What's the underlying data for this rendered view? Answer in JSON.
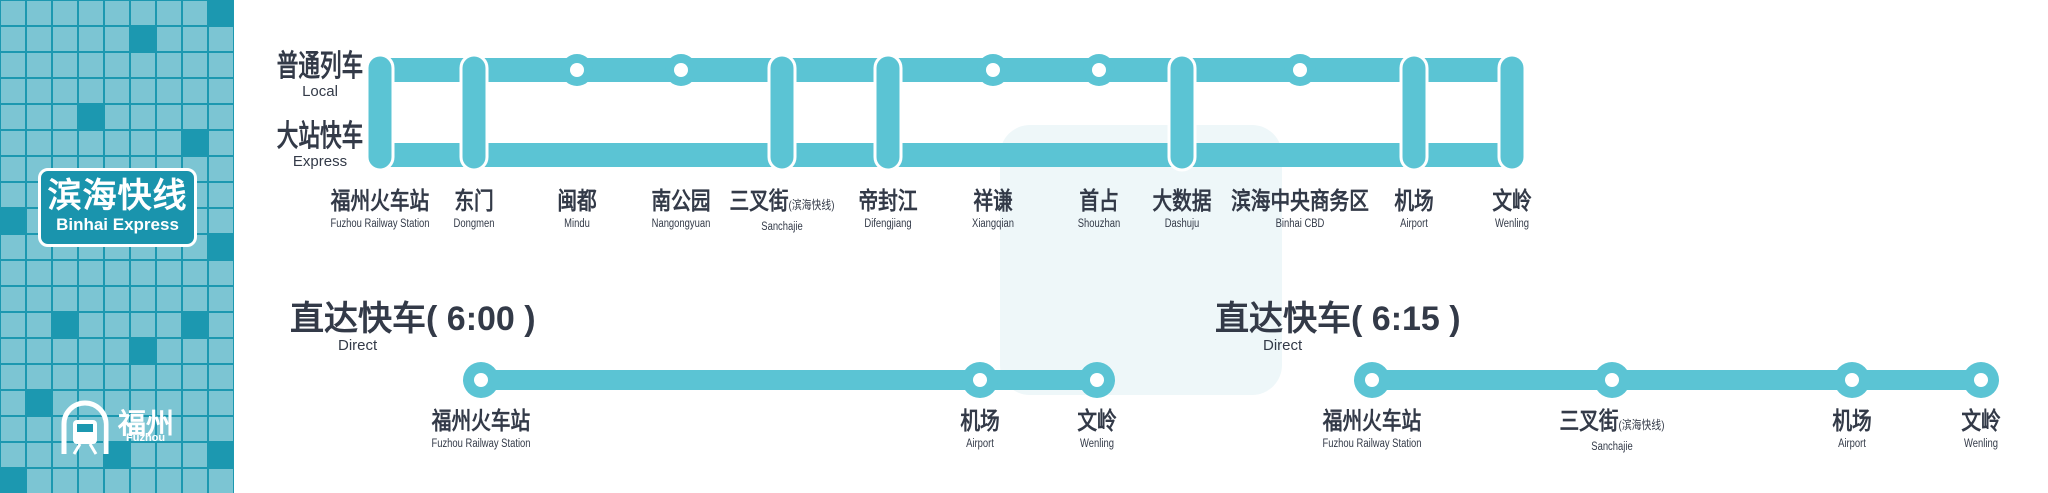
{
  "colors": {
    "line": "#5bc4d4",
    "text": "#333a48",
    "panel_dark": "#1c98b0",
    "panel_light": "#7cc5d3"
  },
  "panel": {
    "sign_cn": "滨海快线",
    "sign_en": "Binhai Express",
    "logo_cn": "福州",
    "logo_en": "Fuzhou",
    "logo_icon": "metro-train-icon"
  },
  "legend": {
    "local_cn": "普通列车",
    "local_en": "Local",
    "express_cn": "大站快车",
    "express_en": "Express"
  },
  "main_line": {
    "stations": [
      {
        "cn": "福州火车站",
        "en": "Fuzhou Railway Station",
        "express": true
      },
      {
        "cn": "东门",
        "en": "Dongmen",
        "express": true
      },
      {
        "cn": "闽都",
        "en": "Mindu",
        "express": false
      },
      {
        "cn": "南公园",
        "en": "Nangongyuan",
        "express": false
      },
      {
        "cn": "三叉街",
        "note": "(滨海快线)",
        "en": "Sanchajie",
        "express": true
      },
      {
        "cn": "帝封江",
        "en": "Difengjiang",
        "express": true
      },
      {
        "cn": "祥谦",
        "en": "Xiangqian",
        "express": false
      },
      {
        "cn": "首占",
        "en": "Shouzhan",
        "express": false
      },
      {
        "cn": "大数据",
        "en": "Dashuju",
        "express": true
      },
      {
        "cn": "滨海中央商务区",
        "en": "Binhai CBD",
        "express": false
      },
      {
        "cn": "机场",
        "en": "Airport",
        "express": true
      },
      {
        "cn": "文岭",
        "en": "Wenling",
        "express": true
      }
    ]
  },
  "direct": [
    {
      "title_cn": "直达快车",
      "time": "6:00",
      "title_en": "Direct",
      "stations": [
        {
          "cn": "福州火车站",
          "en": "Fuzhou Railway Station"
        },
        {
          "cn": "机场",
          "en": "Airport"
        },
        {
          "cn": "文岭",
          "en": "Wenling"
        }
      ]
    },
    {
      "title_cn": "直达快车",
      "time": "6:15",
      "title_en": "Direct",
      "stations": [
        {
          "cn": "福州火车站",
          "en": "Fuzhou Railway Station"
        },
        {
          "cn": "三叉街",
          "note": "(滨海快线)",
          "en": "Sanchajie"
        },
        {
          "cn": "机场",
          "en": "Airport"
        },
        {
          "cn": "文岭",
          "en": "Wenling"
        }
      ]
    }
  ]
}
